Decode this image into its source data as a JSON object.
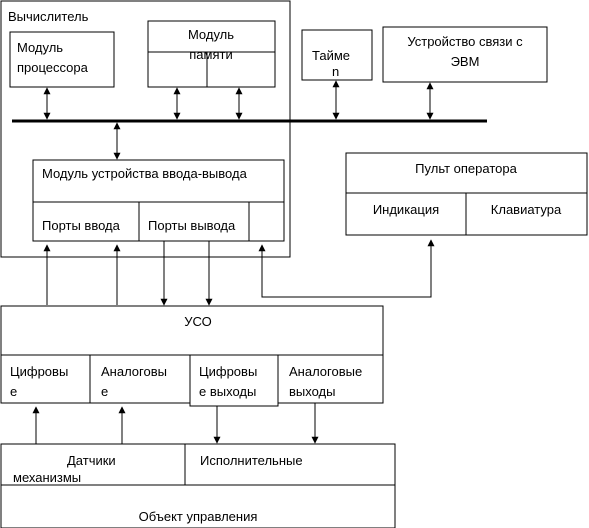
{
  "colors": {
    "stroke": "#000000",
    "background": "#ffffff",
    "text": "#000000"
  },
  "computer": {
    "title": "Вычислитель",
    "processor": [
      "Модуль",
      "процессора"
    ],
    "memory": [
      "Модуль",
      "памяти"
    ],
    "io_module": {
      "title": "Модуль устройства ввода-вывода",
      "input_ports": "Порты ввода",
      "output_ports": "Порты вывода"
    }
  },
  "timer": [
    "Тайме",
    "n"
  ],
  "evm_link": [
    "Устройство связи с",
    "ЭВМ"
  ],
  "operator_panel": {
    "title": "Пульт оператора",
    "indication": "Индикация",
    "keyboard": "Клавиатура"
  },
  "uso": {
    "title": "УСО",
    "digital_inputs": [
      "Цифровы",
      "е"
    ],
    "analog_inputs": [
      "Аналоговы",
      "е"
    ],
    "digital_outputs": [
      "Цифровы",
      "е выходы"
    ],
    "analog_outputs": [
      "Аналоговые",
      "выходы"
    ]
  },
  "control_object": {
    "title": "Объект управления",
    "sensors": [
      "Датчики",
      "механизмы"
    ],
    "actuators": "Исполнительные"
  }
}
